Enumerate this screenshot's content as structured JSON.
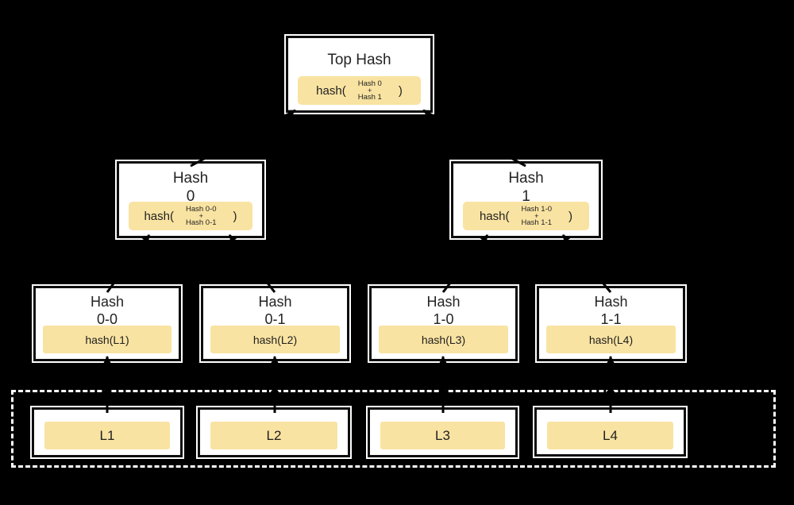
{
  "tree": {
    "root": {
      "title": "Top Hash",
      "fn": "hash(",
      "arg_top": "Hash 0",
      "plus": "+",
      "arg_bottom": "Hash 1",
      "close": ")"
    },
    "level1": [
      {
        "title1": "Hash",
        "title2": "0",
        "fn": "hash(",
        "arg_top": "Hash 0-0",
        "plus": "+",
        "arg_bottom": "Hash 0-1",
        "close": ")"
      },
      {
        "title1": "Hash",
        "title2": "1",
        "fn": "hash(",
        "arg_top": "Hash 1-0",
        "plus": "+",
        "arg_bottom": "Hash 1-1",
        "close": ")"
      }
    ],
    "level2": [
      {
        "title1": "Hash",
        "title2": "0-0",
        "label": "hash(L1)"
      },
      {
        "title1": "Hash",
        "title2": "0-1",
        "label": "hash(L2)"
      },
      {
        "title1": "Hash",
        "title2": "1-0",
        "label": "hash(L3)"
      },
      {
        "title1": "Hash",
        "title2": "1-1",
        "label": "hash(L4)"
      }
    ],
    "data_blocks": [
      {
        "label": "L1"
      },
      {
        "label": "L2"
      },
      {
        "label": "L3"
      },
      {
        "label": "L4"
      }
    ]
  },
  "colors": {
    "background": "#000000",
    "box_fill": "#ffffff",
    "box_border": "#0d0d0d",
    "highlight_fill": "#f9e3a2",
    "text": "#242424",
    "dashed_border": "#ffffff",
    "connector": "#000000"
  }
}
